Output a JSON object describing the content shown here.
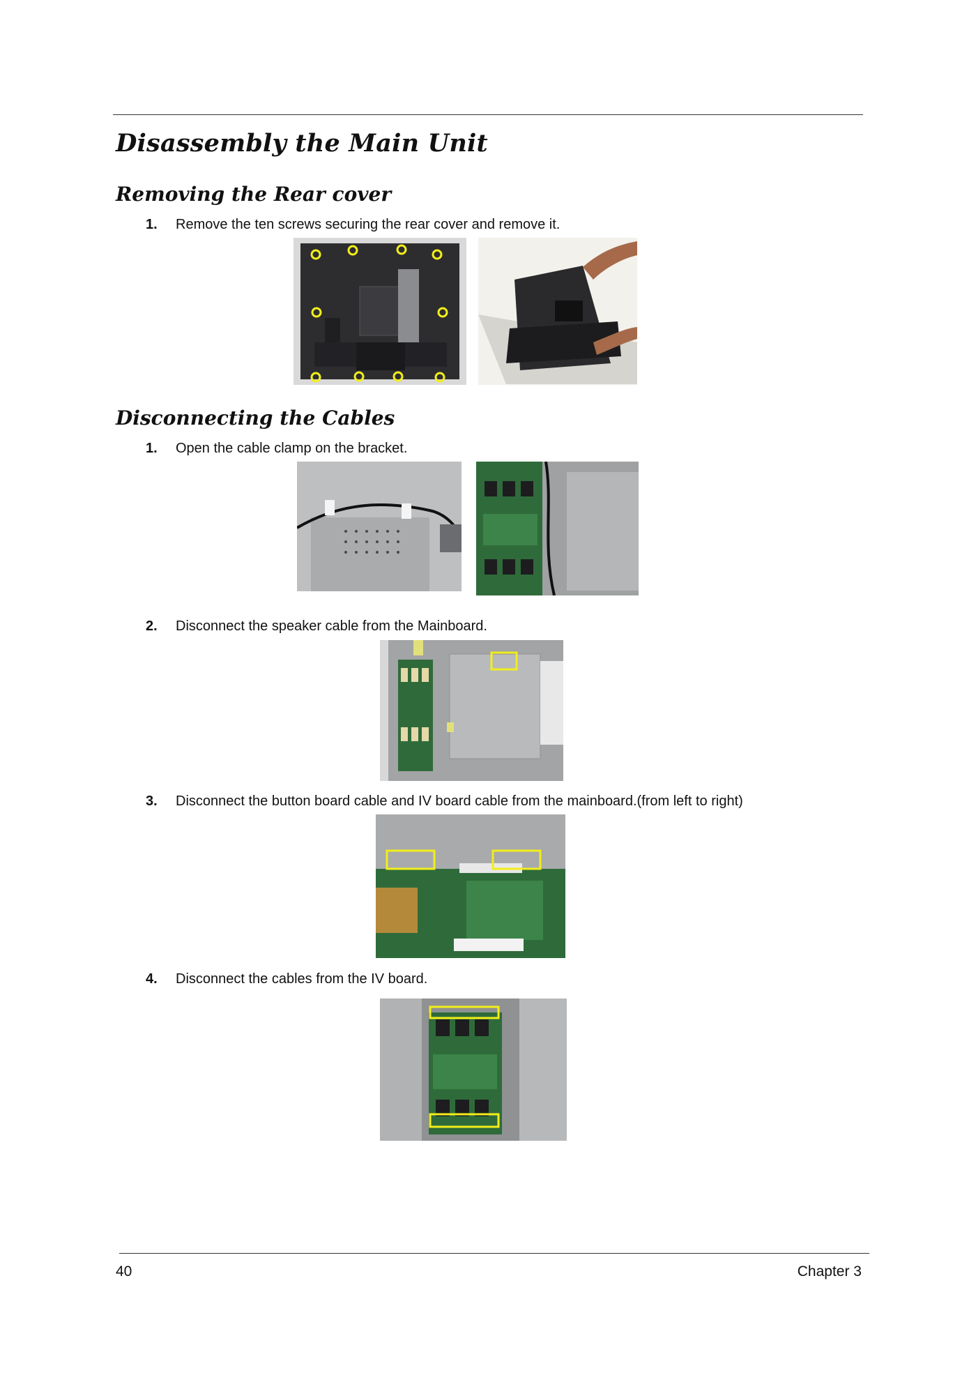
{
  "page": {
    "title": "Disassembly the Main Unit",
    "sections": [
      {
        "heading": "Removing the Rear cover",
        "steps": [
          {
            "num": "1.",
            "text": "Remove the ten screws securing the rear cover and remove it."
          }
        ]
      },
      {
        "heading": "Disconnecting the Cables",
        "steps": [
          {
            "num": "1.",
            "text": "Open the cable clamp on the bracket."
          },
          {
            "num": "2.",
            "text": "Disconnect the speaker cable from the Mainboard."
          },
          {
            "num": "3.",
            "text": "Disconnect the button board cable and IV board cable from the mainboard.(from left to right)"
          },
          {
            "num": "4.",
            "text": "Disconnect the cables from the IV board."
          }
        ]
      }
    ],
    "footer": {
      "page_number": "40",
      "chapter": "Chapter 3"
    }
  },
  "colors": {
    "highlight": "#f2ee1a",
    "board_green": "#2f6b3a",
    "chassis_gray": "#b4b6b8"
  }
}
